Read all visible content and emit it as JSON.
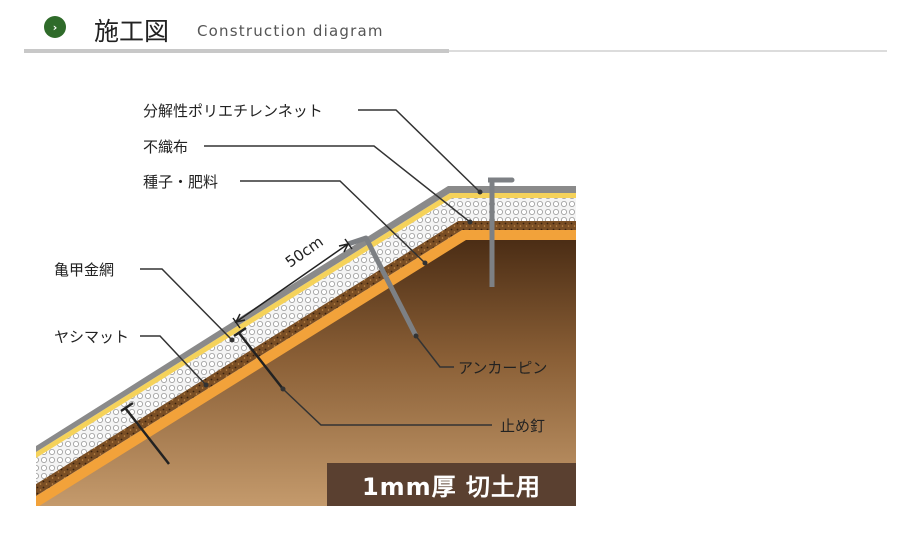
{
  "header": {
    "bullet_glyph": "›",
    "title": "施工図",
    "subtitle": "Construction diagram",
    "accent_color": "#2f6b2a"
  },
  "diagram": {
    "labels": {
      "net": "分解性ポリエチレンネット",
      "nonwoven": "不織布",
      "seed": "種子・肥料",
      "wire": "亀甲金網",
      "palm": "ヤシマット",
      "anchor": "アンカーピン",
      "nail": "止め釘",
      "spacing": "50cm"
    },
    "badge": "1mm厚 切土用",
    "colors": {
      "soil_top": "#4a2c14",
      "soil_bottom": "#c49a6c",
      "seed_layer": "#8a5a2a",
      "orange_sheet": "#f2a23a",
      "mat": "#eeeeee",
      "yellow_net": "#f5d25a",
      "wire_mesh": "#8a8a8a"
    }
  }
}
